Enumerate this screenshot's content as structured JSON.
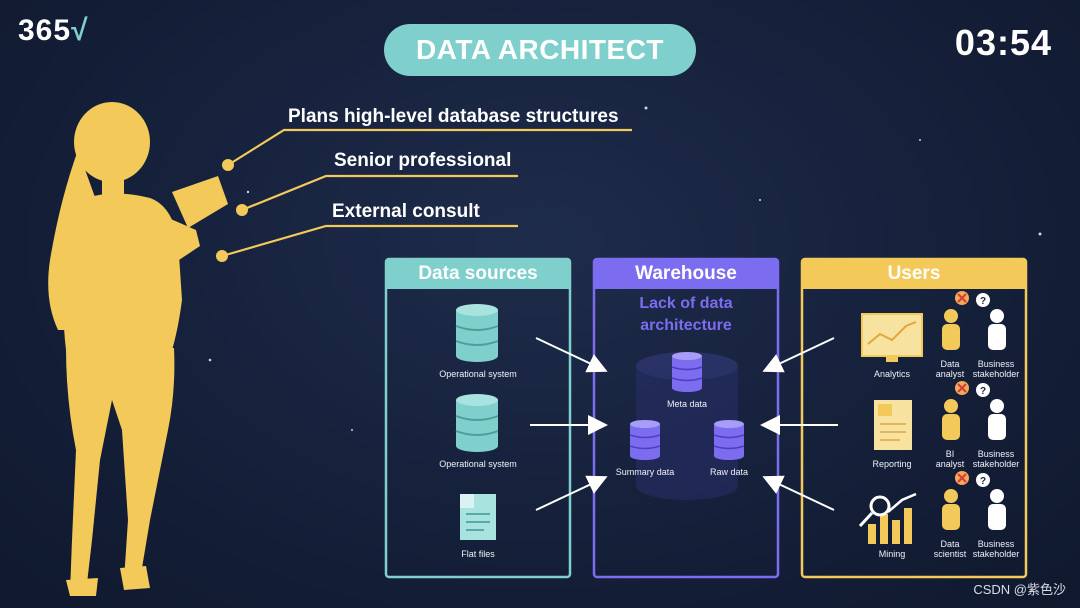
{
  "logo": "365",
  "timer": "03:54",
  "title": "DATA ARCHITECT",
  "callouts": [
    "Plans high-level database structures",
    "Senior professional",
    "External consult"
  ],
  "panels": {
    "sources": {
      "header": "Data sources",
      "items": [
        "Operational system",
        "Operational system",
        "Flat files"
      ]
    },
    "warehouse": {
      "header": "Warehouse",
      "subtitle_line1": "Lack of data",
      "subtitle_line2": "architecture",
      "items": [
        "Meta data",
        "Summary data",
        "Raw data"
      ]
    },
    "users": {
      "header": "Users",
      "rows": [
        {
          "label": "Analytics",
          "role_line1": "Data",
          "role_line2": "analyst",
          "stake_line1": "Business",
          "stake_line2": "stakeholder"
        },
        {
          "label": "Reporting",
          "role_line1": "BI",
          "role_line2": "analyst",
          "stake_line1": "Business",
          "stake_line2": "stakeholder"
        },
        {
          "label": "Mining",
          "role_line1": "Data",
          "role_line2": "scientist",
          "stake_line1": "Business",
          "stake_line2": "stakeholder"
        }
      ]
    }
  },
  "watermark": "CSDN @紫色沙",
  "colors": {
    "background": "#16213a",
    "teal": "#7fcfcc",
    "purple": "#7c6cf0",
    "yellow": "#f3c95a",
    "white": "#ffffff"
  }
}
